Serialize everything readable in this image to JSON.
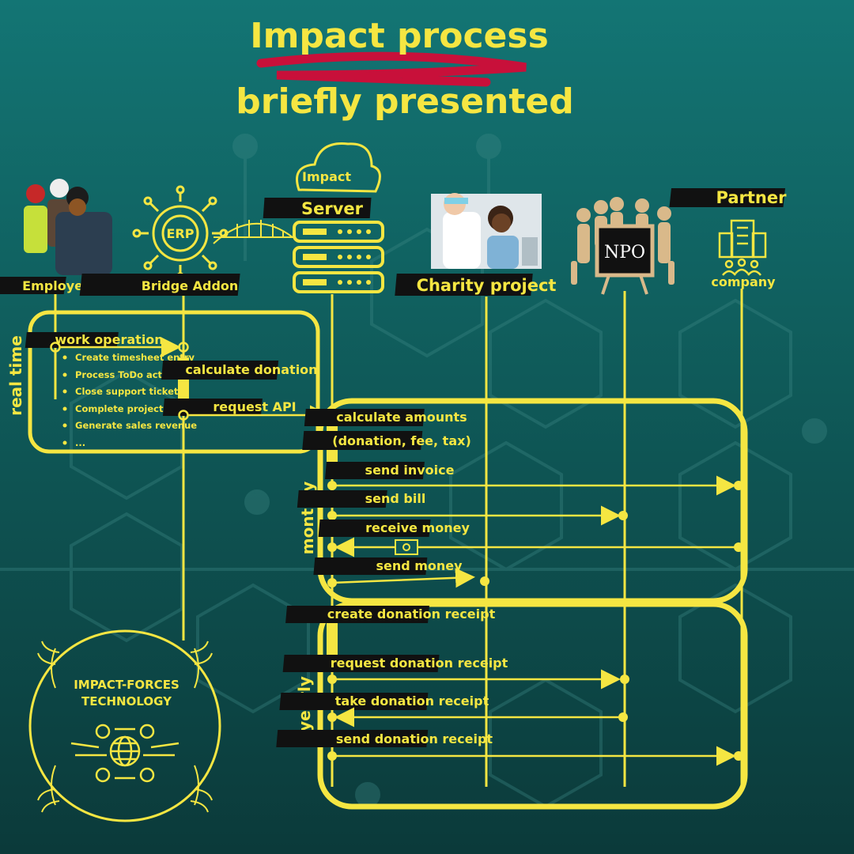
{
  "title": {
    "line1": "Impact process",
    "line2": "briefly presented"
  },
  "actors": {
    "employee": "Employee",
    "bridge": "Bridge  Addon",
    "erp": "ERP",
    "cloud": "Impact",
    "server": "Server",
    "charity": "Charity project",
    "npo": "NPO",
    "partner": "Partner",
    "company": "company"
  },
  "phases": {
    "realtime": "real time",
    "monthly": "monthly",
    "yearly": "yearly"
  },
  "realtime": {
    "work_operation": "work operation",
    "items": [
      "Create timesheet entry",
      "Process  ToDo action",
      "Close support ticket",
      "Complete project task",
      "Generate sales revenue",
      "..."
    ],
    "calculate_donation": "calculate donation",
    "request_api": "request API"
  },
  "monthly": {
    "calc1": "calculate amounts",
    "calc2": "(donation, fee, tax)",
    "send_invoice": "send invoice",
    "send_bill": "send bill",
    "receive_money": "receive money",
    "send_money": "send money"
  },
  "yearly": {
    "create": "create donation receipt",
    "request": "request donation receipt",
    "take": "take donation receipt",
    "send": "send donation receipt"
  },
  "badge": {
    "line1": "IMPACT-FORCES",
    "line2": "TECHNOLOGY"
  },
  "colors": {
    "accent": "#f5e642",
    "red": "#c8103a",
    "bg": "#116463"
  }
}
